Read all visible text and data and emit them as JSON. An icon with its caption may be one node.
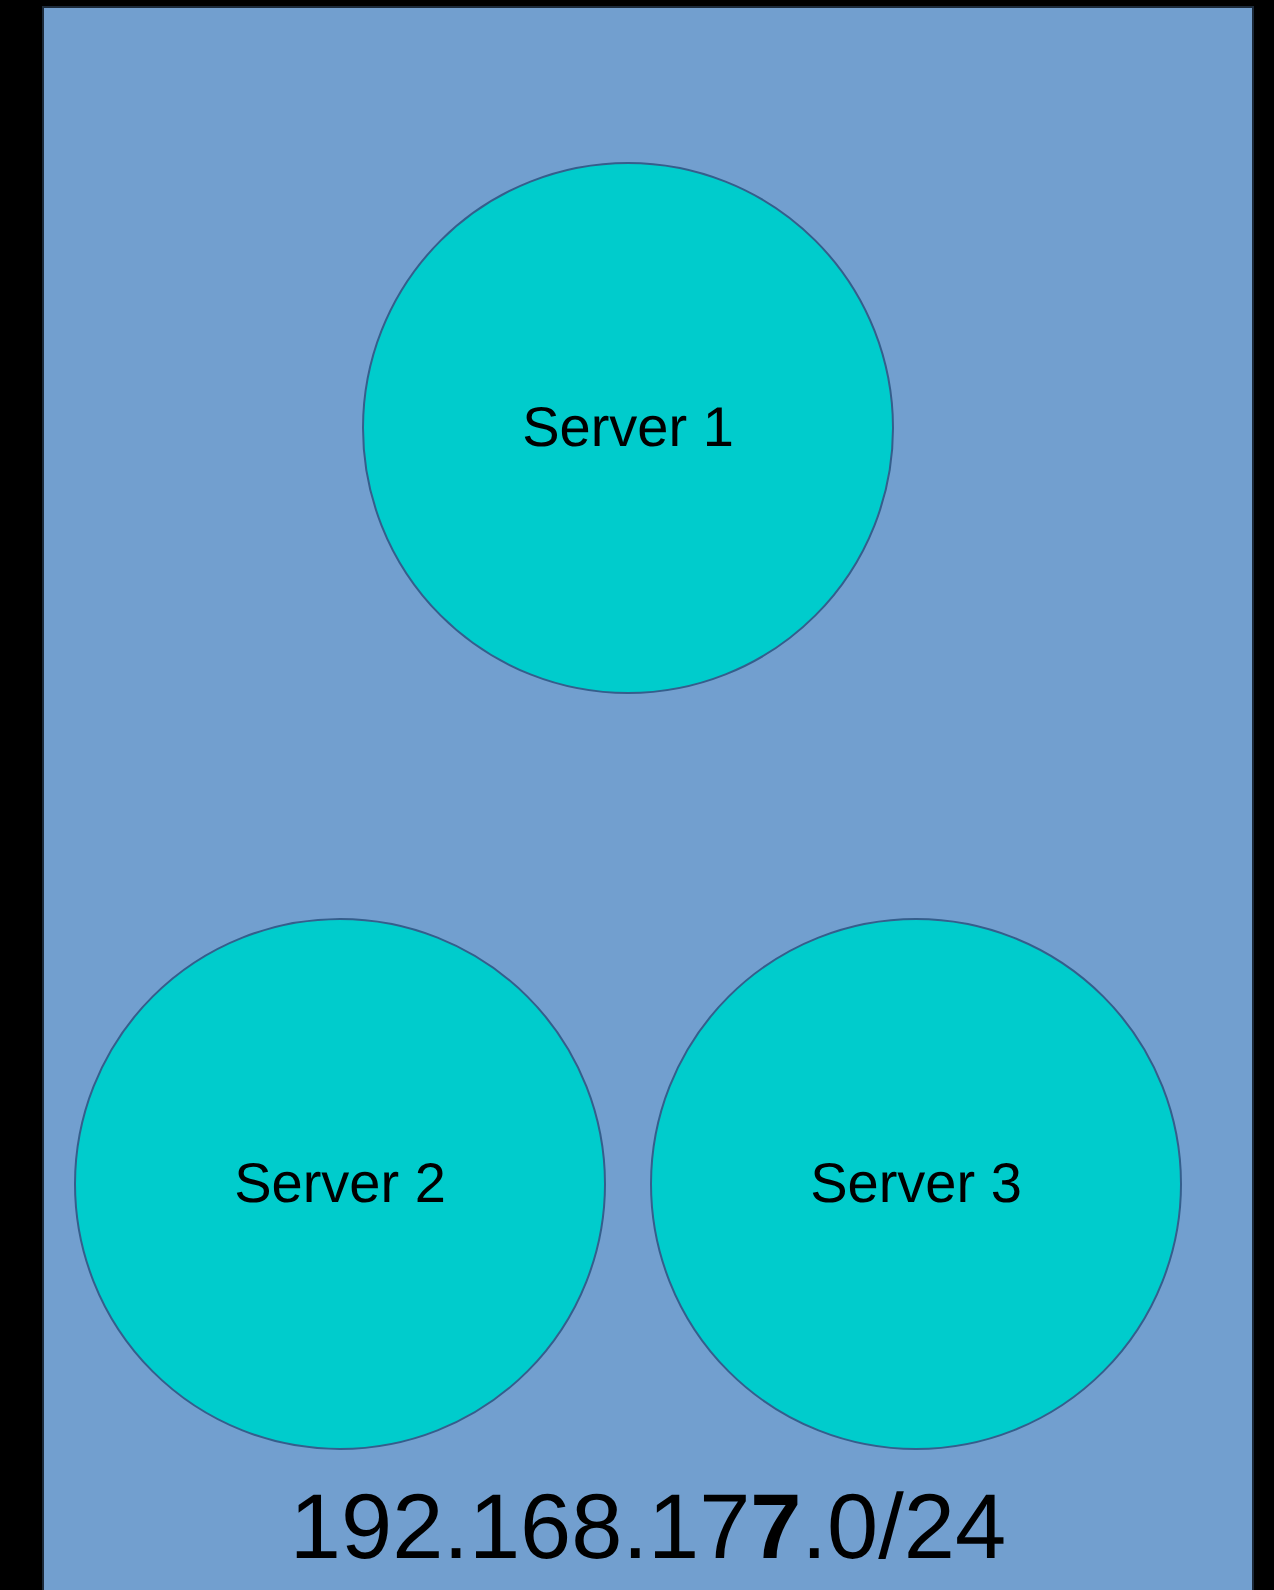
{
  "diagram": {
    "nodes": [
      {
        "text": [
          "192.168.17**7**.0/24"
        ]
      },
      {
        "text": [
          "Server 1"
        ],
        "in": 0
      },
      {
        "text": [
          "Server 2"
        ],
        "in": 0
      },
      {
        "text": [
          "Server 3"
        ],
        "in": 0
      }
    ]
  }
}
